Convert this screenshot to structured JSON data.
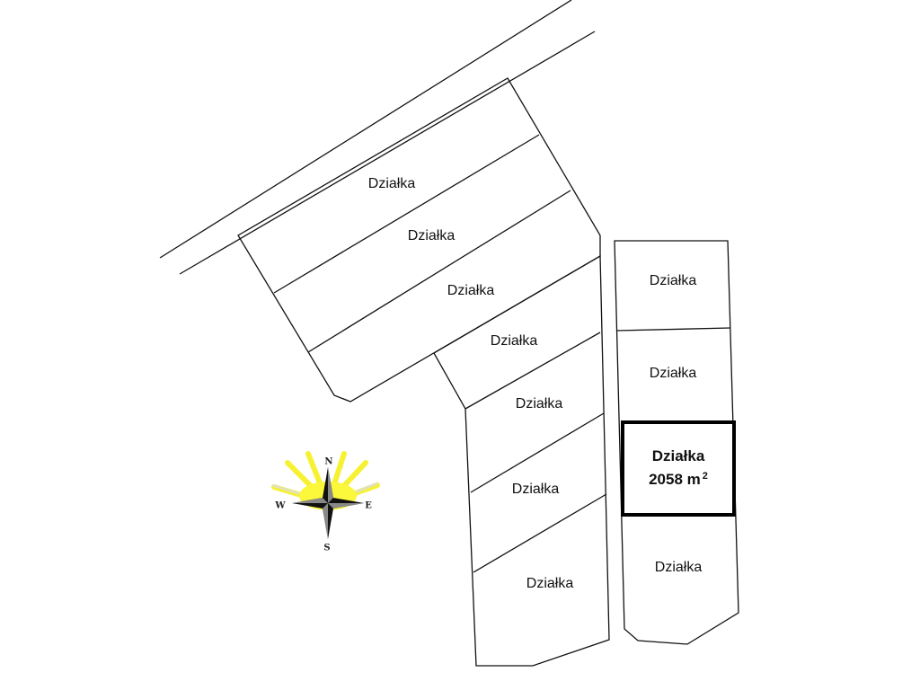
{
  "plots": [
    {
      "label": "Działka"
    },
    {
      "label": "Działka"
    },
    {
      "label": "Działka"
    },
    {
      "label": "Działka"
    },
    {
      "label": "Działka"
    },
    {
      "label": "Działka"
    },
    {
      "label": "Działka"
    },
    {
      "label": "Działka"
    },
    {
      "label": "Działka"
    },
    {
      "label": "Działka"
    }
  ],
  "highlighted_plot": {
    "label": "Działka",
    "area": "2058 m",
    "area_unit_exponent": "2"
  },
  "compass": {
    "north": "N",
    "south": "S",
    "east": "E",
    "west": "W",
    "accent_color": "#f5f000"
  }
}
